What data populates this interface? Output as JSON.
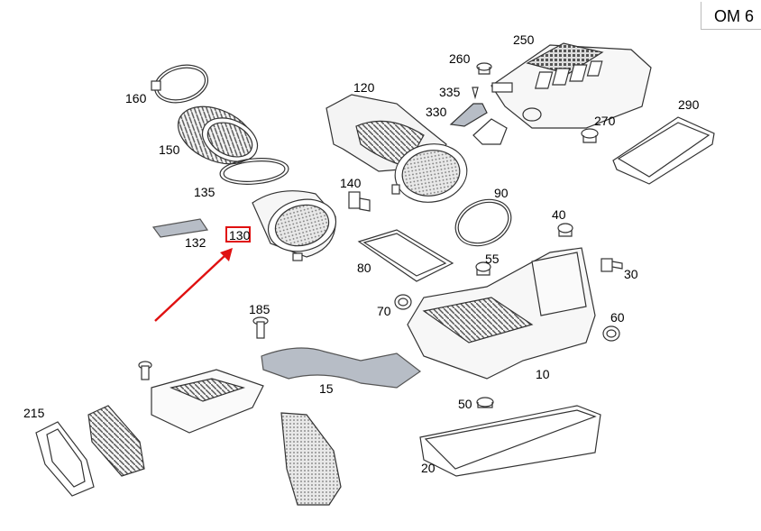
{
  "engine_code": "OM 6",
  "highlighted_part": "130",
  "colors": {
    "highlight": "#e01010",
    "part_fill": "#b7bdc6",
    "line": "#555555"
  },
  "labels": [
    "250",
    "260",
    "335",
    "330",
    "270",
    "290",
    "160",
    "120",
    "150",
    "135",
    "140",
    "90",
    "132",
    "130",
    "40",
    "80",
    "55",
    "30",
    "185",
    "70",
    "60",
    "215",
    "15",
    "10",
    "50",
    "20"
  ]
}
